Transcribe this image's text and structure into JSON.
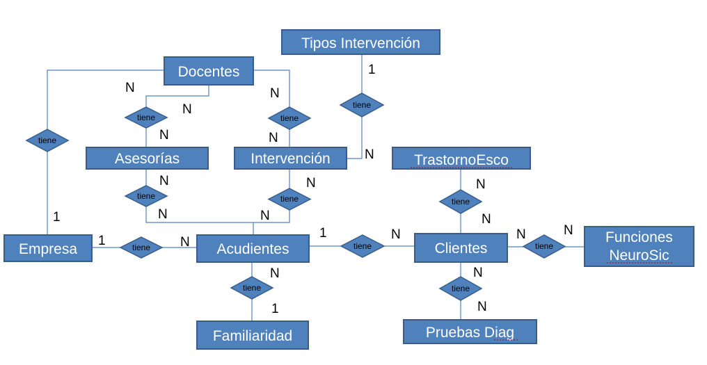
{
  "entities": {
    "tipos_intervencion": "Tipos Intervención",
    "docentes": "Docentes",
    "asesorias": "Asesorías",
    "intervencion": "Intervención",
    "trastorno": "TrastornoEsco",
    "empresa": "Empresa",
    "acudientes": "Acudientes",
    "clientes": "Clientes",
    "funciones_line1": "Funciones",
    "funciones_line2": "NeuroSic",
    "familiaridad": "Familiaridad",
    "pruebas": "Pruebas Diag"
  },
  "relationships": {
    "doc_emp": "tiene",
    "doc_ase": "tiene",
    "doc_int": "tiene",
    "tip_int": "tiene",
    "ase_acu": "tiene",
    "int_acu": "tiene",
    "emp_acu": "tiene",
    "acu_cli": "tiene",
    "tra_cli": "tiene",
    "cli_fun": "tiene",
    "acu_fam": "tiene",
    "cli_pru": "tiene"
  },
  "cardinalities": {
    "tipos_1": "1",
    "docentes_n_left": "N",
    "asesoria_n_top": "N",
    "asesoria_n_below_diamond": "N",
    "intervencion_n_top": "N",
    "intervencion_n_below_diamond": "N",
    "tipos_n_bottom": "N",
    "empresa_1_top": "1",
    "empresa_1_right": "1",
    "acudientes_n_left": "N",
    "asesoria_n_right_below": "N",
    "acu_n_from_ase": "N",
    "intervencion_n_right_below": "N",
    "acu_n_from_int": "N",
    "acu_1_right": "1",
    "clientes_n_left": "N",
    "trastorno_n": "N",
    "clientes_n_top": "N",
    "clientes_n_right": "N",
    "funciones_n": "N",
    "acu_n_bottom": "N",
    "familiaridad_1": "1",
    "clientes_n_bottom": "N",
    "pruebas_n": "N"
  }
}
